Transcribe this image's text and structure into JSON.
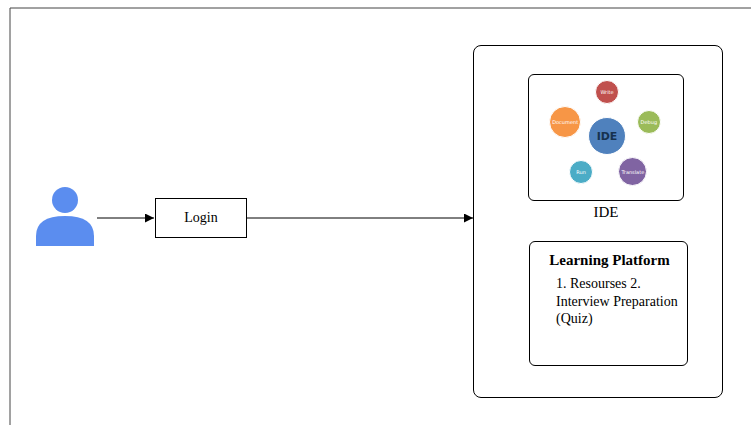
{
  "diagram": {
    "nodes": [
      {
        "text": [
          "Login"
        ]
      },
      {
        "text": []
      },
      {
        "text": [
          "IDE"
        ],
        "in": 1
      },
      {
        "text": [
          "IDE"
        ],
        "in": 2
      },
      {
        "text": [
          "Write"
        ],
        "in": 2
      },
      {
        "text": [
          "Debug"
        ],
        "in": 2
      },
      {
        "text": [
          "Translate"
        ],
        "in": 2
      },
      {
        "text": [
          "Run"
        ],
        "in": 2
      },
      {
        "text": [
          "Document"
        ],
        "in": 2
      },
      {
        "text": [
          "Learning Platform",
          "1. Resourses 2. Interview Preparation (Quiz)"
        ],
        "in": 1
      }
    ],
    "edges": [
      {
        "from": 0,
        "to": 1,
        "arrow": "to"
      },
      {
        "from": 4,
        "to": 5,
        "arrow": "none"
      },
      {
        "from": 5,
        "to": 6,
        "arrow": "none"
      },
      {
        "from": 6,
        "to": 7,
        "arrow": "none"
      },
      {
        "from": 7,
        "to": 8,
        "arrow": "none"
      },
      {
        "from": 8,
        "to": 4,
        "arrow": "none"
      }
    ]
  }
}
